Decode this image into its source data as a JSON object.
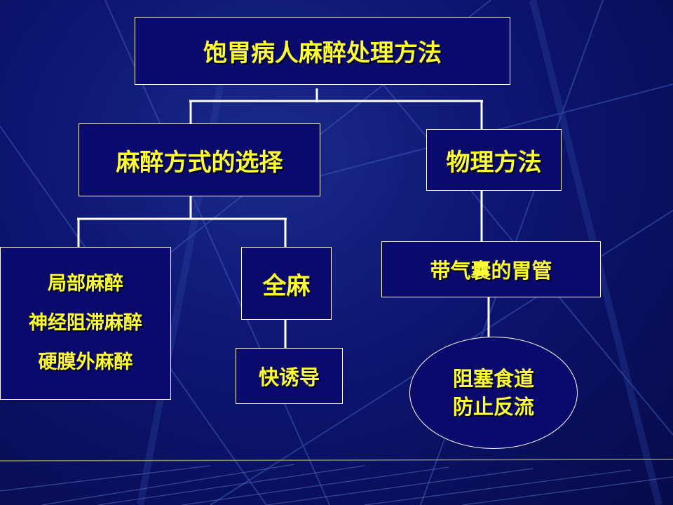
{
  "diagram": {
    "title": "饱胃病人麻醉处理方法",
    "anesthesia_choice": "麻醉方式的选择",
    "physical_method": "物理方法",
    "regional": {
      "line1": "局部麻醉",
      "line2": "神经阻滞麻醉",
      "line3": "硬膜外麻醉"
    },
    "general": "全麻",
    "rapid_induction": "快诱导",
    "balloon_tube": "带气囊的胃管",
    "result": {
      "line1": "阻塞食道",
      "line2": "防止反流"
    }
  },
  "colors": {
    "background": "#0d1470",
    "box_fill": "#0a0a6e",
    "text": "#ffff33",
    "lines": "#ffffff"
  }
}
